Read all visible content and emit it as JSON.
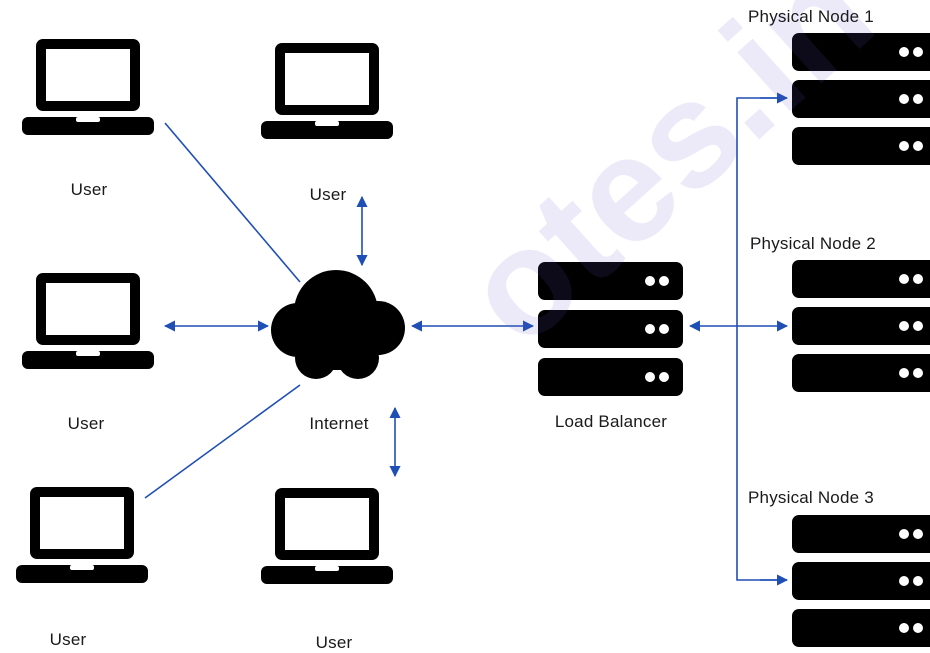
{
  "users": {
    "label": "User"
  },
  "internet": {
    "label": "Internet"
  },
  "load_balancer": {
    "label": "Load Balancer"
  },
  "physical_nodes": [
    {
      "label": "Physical Node 1"
    },
    {
      "label": "Physical Node 2"
    },
    {
      "label": "Physical Node 3"
    }
  ],
  "watermark": "otes.in",
  "colors": {
    "arrow": "#1f4fb5",
    "device": "#000000",
    "watermark": "#6b55c8"
  }
}
